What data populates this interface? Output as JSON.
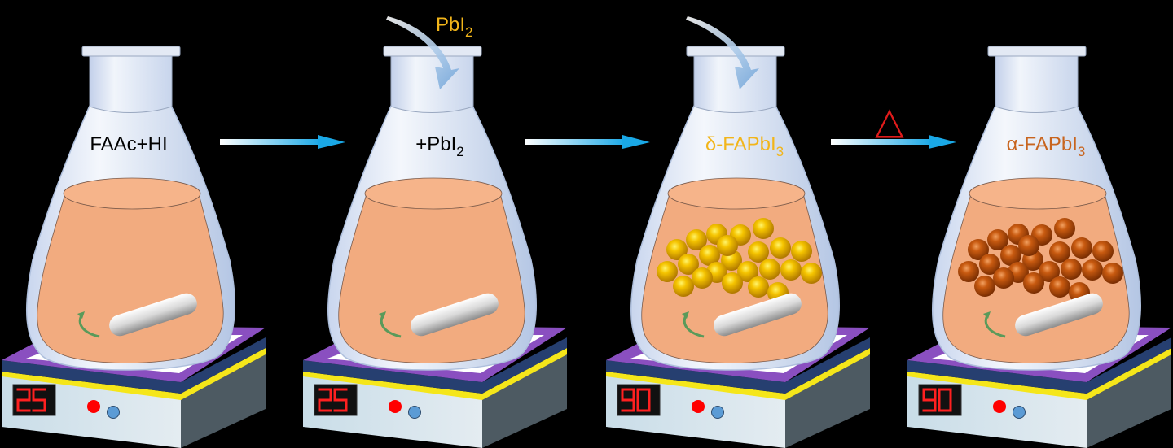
{
  "diagram": {
    "title": "",
    "background": "#000000",
    "steps": [
      {
        "id": "step-1",
        "flask_label": "FAAc+HI",
        "flask_label_sub": "",
        "label_color": "#000000",
        "top_reagent": "",
        "top_reagent_sub": "",
        "has_pour_arrow": false,
        "particles": "none",
        "hotplate_display": "25"
      },
      {
        "id": "step-2",
        "flask_label": "+PbI",
        "flask_label_sub": "2",
        "label_color": "#000000",
        "top_reagent": "PbI",
        "top_reagent_sub": "2",
        "has_pour_arrow": true,
        "particles": "none",
        "hotplate_display": "25"
      },
      {
        "id": "step-3",
        "flask_label": "δ-FAPbI",
        "flask_label_sub": "3",
        "label_color": "#f2b51a",
        "top_reagent": "",
        "top_reagent_sub": "",
        "has_pour_arrow": true,
        "particles": "yellow",
        "hotplate_display": "90"
      },
      {
        "id": "step-4",
        "flask_label": "α-FAPbI",
        "flask_label_sub": "3",
        "label_color": "#c8641e",
        "top_reagent": "",
        "top_reagent_sub": "",
        "has_pour_arrow": false,
        "particles": "orange",
        "hotplate_display": "90"
      }
    ],
    "transitions": [
      {
        "from": "step-1",
        "to": "step-2",
        "symbol": ""
      },
      {
        "from": "step-2",
        "to": "step-3",
        "symbol": ""
      },
      {
        "from": "step-3",
        "to": "step-4",
        "symbol": "△"
      }
    ],
    "colors": {
      "solution": "#f2ab7f",
      "glass": "#dde6f5",
      "glass_edge": "#aebfdc",
      "arrow": "#1aa8e6",
      "heat_symbol": "#e01b1b",
      "yellow_particle": "#f0b000",
      "orange_particle": "#c0520c",
      "hotplate_top": "#8a4fc0",
      "hotplate_band": "#263f70",
      "hotplate_stripe": "#f5e61a",
      "hotplate_front": "#d6e4ec",
      "hotplate_side": "#4d5a62",
      "display_digits": "#ff2020",
      "button_red": "#ff0000",
      "button_blue": "#5b9bd5"
    }
  }
}
